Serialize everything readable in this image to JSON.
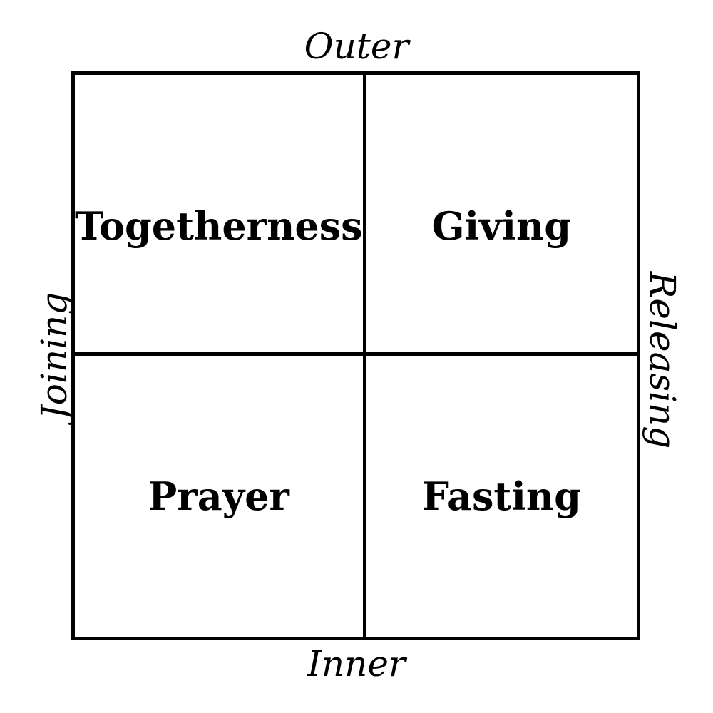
{
  "matrix": {
    "axes": {
      "top": "Outer",
      "bottom": "Inner",
      "left": "Joining",
      "right": "Releasing"
    },
    "quadrants": {
      "top_left": "Togetherness",
      "top_right": "Giving",
      "bottom_left": "Prayer",
      "bottom_right": "Fasting"
    },
    "colors": {
      "line": "#000000",
      "text": "#000000",
      "background": "#ffffff"
    }
  }
}
